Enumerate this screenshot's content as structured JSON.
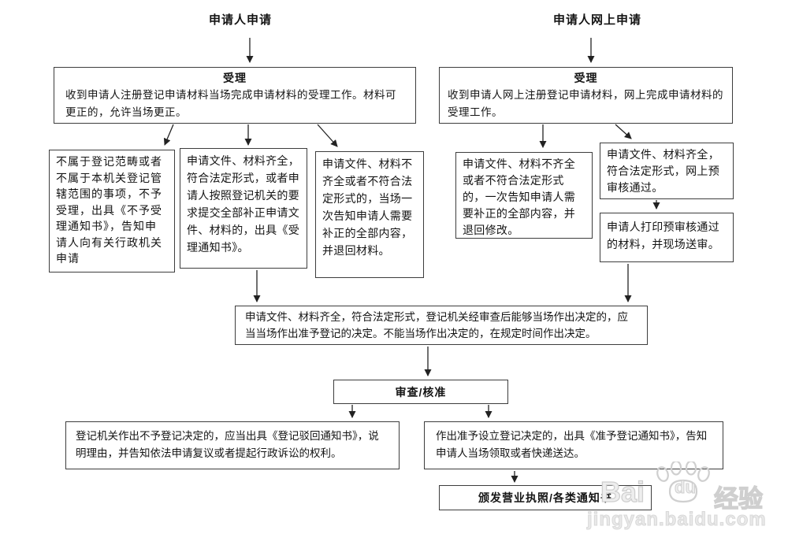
{
  "colors": {
    "border": "#3d3d3d",
    "text": "#141414",
    "arrow": "#222222",
    "watermark": "#cfcfcf"
  },
  "lanes": {
    "left_title": "申请人申请",
    "right_title": "申请人网上申请"
  },
  "nodes": {
    "accept_left": {
      "title": "受理",
      "body": "收到申请人注册登记申请材料当场完成申请材料的受理工作。材料可更正的，允许当场更正。"
    },
    "accept_right": {
      "title": "受理",
      "body": "收到申请人网上注册登记申请材料，网上完成申请材料的受理工作。"
    },
    "not_in_scope": {
      "body": "不属于登记范畴或者不属于本机关登记管辖范围的事项，不予受理，出具《不予受理通知书》，告知申请人向有关行政机关申请"
    },
    "complete_notice": {
      "body": "申请文件、材料齐全，符合法定形式，或者申请人按照登记机关的要求提交全部补正申请文件、材料的，出具《受理通知书》。"
    },
    "incomplete_return": {
      "body": "申请文件、材料不齐全或者不符合法定形式的，当场一次告知申请人需要补正的全部内容，并退回材料。"
    },
    "incomplete_online": {
      "body": "申请文件、材料不齐全或者不符合法定形式的，一次告知申请人需要补正的全部内容，并退回修改。"
    },
    "online_precheck_pass": {
      "body": "申请文件、材料齐全，符合法定形式，网上预审核通过。"
    },
    "print_and_submit": {
      "body": "申请人打印预审核通过的材料，并现场送审。"
    },
    "decision_rule": {
      "body": "申请文件、材料齐全，符合法定形式，登记机关经审查后能够当场作出决定的，应当当场作出准予登记的决定。不能当场作出决定的，在规定时间作出决定。"
    },
    "review": {
      "title": "审查/核准"
    },
    "reject_decision": {
      "body": "登记机关作出不予登记决定的，应当出具《登记驳回通知书》，说明理由，并告知依法申请复议或者提起行政诉讼的权利。"
    },
    "approve_decision": {
      "body": "作出准予设立登记决定的，出具《准予登记通知书》，告知申请人当场领取或者快递送达。"
    },
    "issue_license": {
      "title": "颁发营业执照/各类通知书"
    }
  },
  "watermark": {
    "bai": "Bai",
    "du": "du",
    "jingyan": "经验",
    "url": "jingyan.baidu.com"
  }
}
